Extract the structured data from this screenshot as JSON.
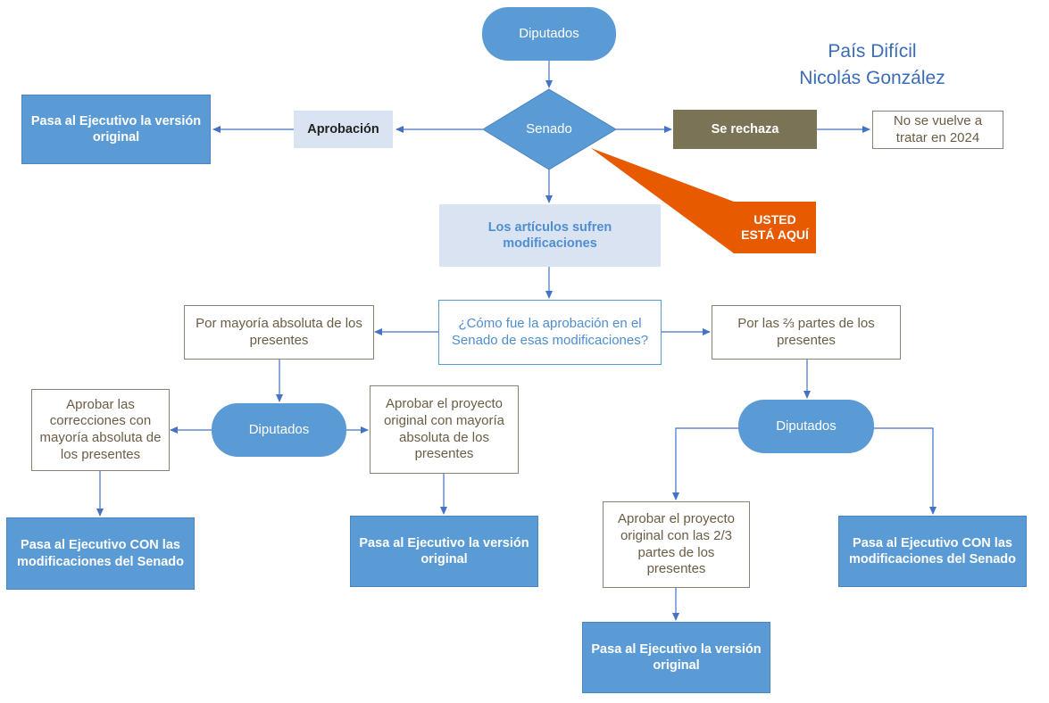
{
  "header": {
    "line1": "País Difícil",
    "line2": "Nicolás González"
  },
  "nodes": {
    "diputados_top": "Diputados",
    "senado": "Senado",
    "aprobacion": "Aprobación",
    "ejecutivo_original_top": "Pasa al Ejecutivo la versión original",
    "se_rechaza": "Se rechaza",
    "no_vuelve": "No se vuelve a tratar en 2024",
    "usted_esta_aqui": "USTED ESTÁ AQUÍ",
    "modificaciones": "Los artículos sufren modificaciones",
    "pregunta": "¿Cómo fue la aprobación en el Senado de esas modificaciones?",
    "mayoria_absoluta": "Por mayoría absoluta de los presentes",
    "dos_tercios": "Por las ⅔ partes de los presentes",
    "diputados_left": "Diputados",
    "diputados_right": "Diputados",
    "aprobar_correcciones": "Aprobar las correcciones con mayoría absoluta de los presentes",
    "aprobar_original_abs": "Aprobar el proyecto original con mayoría absoluta de los presentes",
    "aprobar_original_23": "Aprobar el proyecto original con las 2/3 partes de los presentes",
    "ejecutivo_con_left": "Pasa al Ejecutivo CON las modificaciones del Senado",
    "ejecutivo_original_mid": "Pasa al Ejecutivo la versión original",
    "ejecutivo_original_bottom": "Pasa al Ejecutivo la versión original",
    "ejecutivo_con_right": "Pasa al Ejecutivo CON las modificaciones del Senado"
  },
  "colors": {
    "primary_blue": "#5b9bd5",
    "light_blue": "#dae3f2",
    "rejected_olive": "#7a7356",
    "highlight_orange": "#e85a00",
    "connector": "#4472c4"
  }
}
